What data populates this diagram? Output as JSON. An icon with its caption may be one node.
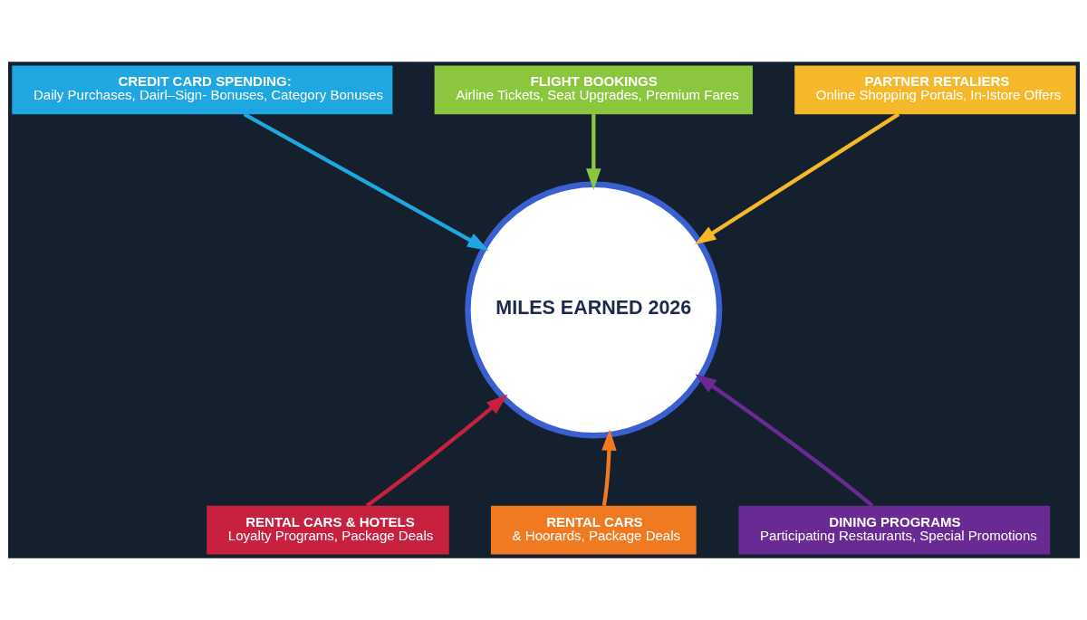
{
  "diagram": {
    "nodes": [
      {
        "text": [
          "FLIGHT BOOKINGS",
          "Airline Tickets, Seat Upgrades, Premium Fares"
        ]
      },
      {
        "text": [
          "CREDIT CARD SPENDING:",
          "Daily Purchases, Dairl–Sign- Bonuses, Category Bonuses"
        ]
      },
      {
        "text": [
          "PARTNER RETALIERS",
          "Online Shopping Portals, In-Istore Offers"
        ]
      },
      {
        "text": [
          "MILES EARNED 2026"
        ]
      },
      {
        "text": [
          "RENTAL CARS & HOTELS",
          "Loyalty Programs, Package Deals"
        ]
      },
      {
        "text": [
          "DINING PROGRAMS",
          "Participating Restaurants, Special Promotions"
        ]
      },
      {
        "text": [
          "RENTAL CARS",
          "& Hoorards, Package Deals"
        ]
      }
    ],
    "edges": [
      {
        "from": 0,
        "to": 3,
        "arrow": "to",
        "color": "#8cc63f"
      },
      {
        "from": 1,
        "to": 3,
        "arrow": "to",
        "color": "#1ea7e1"
      },
      {
        "from": 2,
        "to": 3,
        "arrow": "to",
        "color": "#f5b82a"
      },
      {
        "from": 4,
        "to": 3,
        "arrow": "to",
        "color": "#c8213f"
      },
      {
        "from": 5,
        "to": 3,
        "arrow": "to",
        "color": "#6a2a93"
      },
      {
        "from": 6,
        "to": 3,
        "arrow": "to",
        "color": "#f07a22"
      }
    ]
  }
}
